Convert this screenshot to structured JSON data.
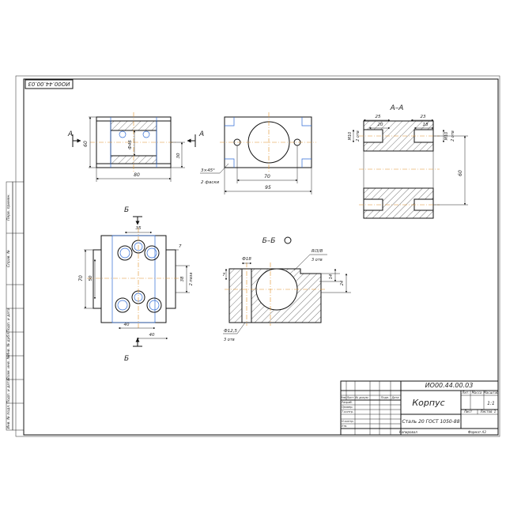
{
  "stamp_rotated": "ИО00.44.00.03",
  "section_labels": {
    "aa": "А–А",
    "bb": "Б–Б",
    "arrow_a": "А",
    "arrow_b": "Б"
  },
  "dims": {
    "front_60": "60",
    "front_80": "80",
    "front_d46": "Ф46",
    "front_30": "30",
    "chamfer": "3×45°",
    "chamfer_count": "2 фаски",
    "top_70": "70",
    "top_95": "95",
    "aa_25": "25",
    "aa_20": "20",
    "aa_23": "23",
    "aa_18": "18",
    "aa_m10_left": "М10",
    "aa_m10_left_count": "2 отв",
    "aa_m10_right": "М10",
    "aa_m10_right_count": "2 отв",
    "aa_60": "60",
    "plan_35": "35",
    "plan_7": "7",
    "plan_70": "70",
    "plan_50": "50",
    "plan_38": "38",
    "plan_38_count": "2 паза",
    "plan_40a": "40",
    "plan_40b": "40",
    "bb_d18": "Ф18",
    "bb_rl": "Rl3/8",
    "bb_rl_count": "3 отв",
    "bb_d125": "Ф12,5",
    "bb_d125_count": "3 отв",
    "bb_7": "7",
    "bb_14": "14",
    "bb_24": "24"
  },
  "title_block": {
    "designation": "ИО00.44.00.03",
    "name": "Корпус",
    "material": "Сталь 20 ГОСТ 1050-88",
    "h_lit": "Лит.",
    "h_mass": "Масса",
    "h_scale": "Масштаб",
    "scale": "1:1",
    "h_sheet": "Лист",
    "h_sheets": "Листов",
    "sheets_count": "1",
    "copied": "Копировал",
    "format": "Формат А3",
    "col_izm": "Изм",
    "col_list": "Лист",
    "col_doc": "№ докум.",
    "col_sign": "Подп.",
    "col_date": "Дата",
    "r_razrab": "Разраб.",
    "r_prov": "Провер.",
    "r_tkontr": "Т.контр.",
    "r_nkontr": "Н.контр.",
    "r_utv": "Утв."
  },
  "left_strip": {
    "s1": "Перв. примен.",
    "s2": "Справ. №",
    "s3": "Подп. и дата",
    "s4": "Инв. № дубл.",
    "s5": "Взам. инв. №",
    "s6": "Подп. и дата",
    "s7": "Инв. № подл."
  }
}
